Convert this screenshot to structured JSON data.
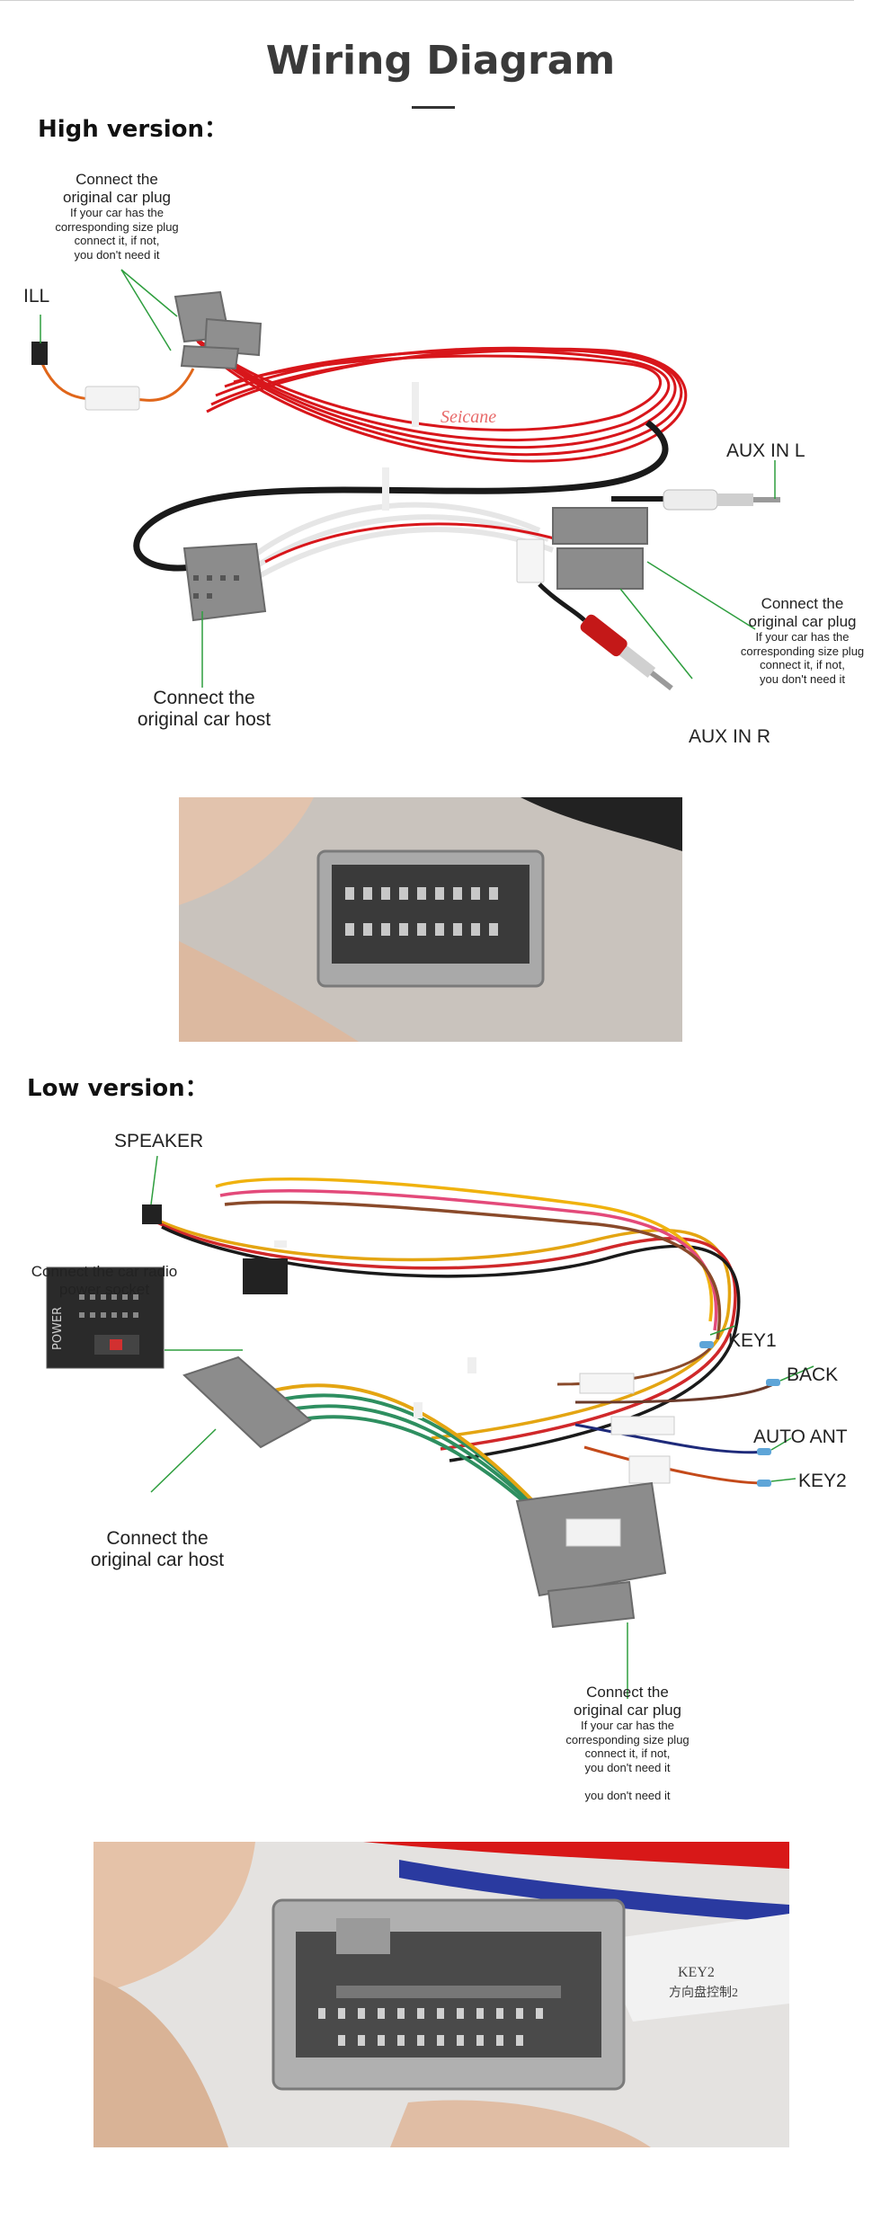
{
  "title": "Wiring Diagram",
  "high": {
    "heading": "High version：",
    "plug_note": {
      "title_l1": "Connect the",
      "title_l2": "original car plug",
      "sub_l1": "If your car has the",
      "sub_l2": "corresponding size plug",
      "sub_l3": "connect it, if not,",
      "sub_l4": "you don't need it"
    },
    "ill": "ILL",
    "aux_l": "AUX IN L",
    "aux_r": "AUX IN R",
    "plug_note_right": {
      "title_l1": "Connect the",
      "title_l2": "original car plug",
      "sub_l1": "If your car has the",
      "sub_l2": "corresponding size plug",
      "sub_l3": "connect it, if not,",
      "sub_l4": "you don't need it"
    },
    "host_l1": "Connect the",
    "host_l2": "original car host",
    "brand": "Seicane"
  },
  "low": {
    "heading": "Low version：",
    "speaker": "SPEAKER",
    "power_l1": "Connect the car radio",
    "power_l2": "power socket",
    "power_word": "POWER",
    "key1": "KEY1",
    "back": "BACK",
    "auto_ant": "AUTO ANT",
    "key2": "KEY2",
    "host_l1": "Connect the",
    "host_l2": "original car host",
    "plug_note": {
      "title_l1": "Connect the",
      "title_l2": "original car plug",
      "sub_l1": "If your car has the",
      "sub_l2": "corresponding size plug",
      "sub_l3": "connect it, if not,",
      "sub_l4": "you don't need it",
      "extra": "you don't need it"
    },
    "tag_key2_l1": "KEY2",
    "tag_key2_l2": "方向盘控制2"
  },
  "colors": {
    "leader_green": "#2e9e3e",
    "wire_red": "#d8161b",
    "wire_black": "#1a1a1a",
    "plug_gray": "#8a8a8a"
  }
}
